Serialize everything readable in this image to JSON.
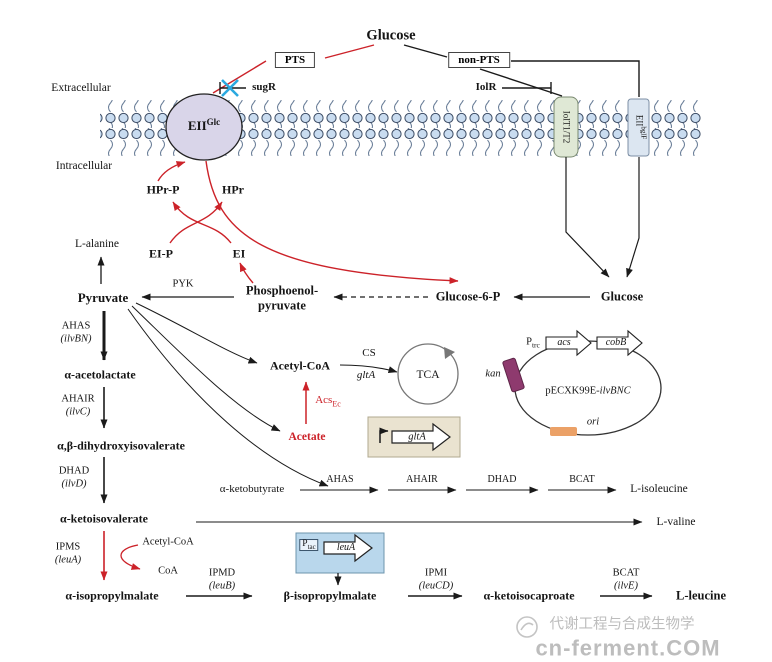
{
  "colors": {
    "accent_red": "#cc2229",
    "inhibitor_blue": "#2aa9e0",
    "kan_fill": "#8e3a6e",
    "ori_fill": "#eba167"
  },
  "compartments": {
    "outer": "Extracellular",
    "inner": "Intracellular"
  },
  "transport": {
    "glucose_top": "Glucose",
    "pts": "PTS",
    "non_pts": "non-PTS",
    "sugr": "sugR",
    "iolr": "IolR",
    "eii_base": "EII",
    "eii_sup": "Glc",
    "iolt": "IolT1/T2",
    "bglf_base": "EII",
    "bglf_sup": "bglF"
  },
  "phosphorelay": {
    "hpr_p": "HPr-P",
    "hpr": "HPr",
    "ei_p": "EI-P",
    "ei": "EI",
    "pyk": "PYK"
  },
  "glycolysis": {
    "l_alanine": "L-alanine",
    "pyruvate": "Pyruvate",
    "pep_line1": "Phosphoenol-",
    "pep_line2": "pyruvate",
    "g6p": "Glucose-6-P",
    "glucose_in": "Glucose"
  },
  "leucine_pathway": {
    "ahas": "AHAS",
    "ilvbn": "(ilvBN)",
    "acetolactate": "α-acetolactate",
    "ahair": "AHAIR",
    "ilvc": "(ilvC)",
    "dhiv": "α,β-dihydroxyisovalerate",
    "dhad": "DHAD",
    "ilvd": "(ilvD)",
    "kiv": "α-ketoisovalerate",
    "ipms": "IPMS",
    "leua": "(leuA)",
    "acetyl_coa": "Acetyl-CoA",
    "coa": "CoA",
    "ipm_alpha": "α-isopropylmalate",
    "ipmd": "IPMD",
    "leub": "(leuB)",
    "ipm_beta": "β-isopropylmalate",
    "ipmi": "IPMI",
    "leucd": "(leuCD)",
    "kic": "α-ketoisocaproate",
    "bcat": "BCAT",
    "ilve": "(ilvE)",
    "l_leucine": "L-leucine"
  },
  "acetate_branch": {
    "acetyl_coa": "Acetyl-CoA",
    "acs_base": "Acs",
    "acs_sub": "Ec",
    "acetate": "Acetate",
    "cs": "CS",
    "glta": "gltA",
    "tca": "TCA"
  },
  "glta_cassette": {
    "gene": "gltA"
  },
  "leua_cassette": {
    "p_base": "P",
    "p_sub": "tac",
    "gene": "leuA"
  },
  "plasmid": {
    "p_base": "P",
    "p_sub": "trc",
    "acs": "acs",
    "cobb": "cobB",
    "kan": "kan",
    "ori": "ori",
    "name_plain": "pECXK99E-",
    "name_italic": "ilvBNC"
  },
  "isoleucine_pathway": {
    "akb": "α-ketobutyrate",
    "ahas": "AHAS",
    "ahair": "AHAIR",
    "dhad": "DHAD",
    "bcat": "BCAT",
    "l_isoleucine": "L-isoleucine"
  },
  "valine": {
    "l_valine": "L-valine"
  },
  "watermark": {
    "cn": "代谢工程与合成生物学",
    "site": "cn-ferment.COM"
  }
}
